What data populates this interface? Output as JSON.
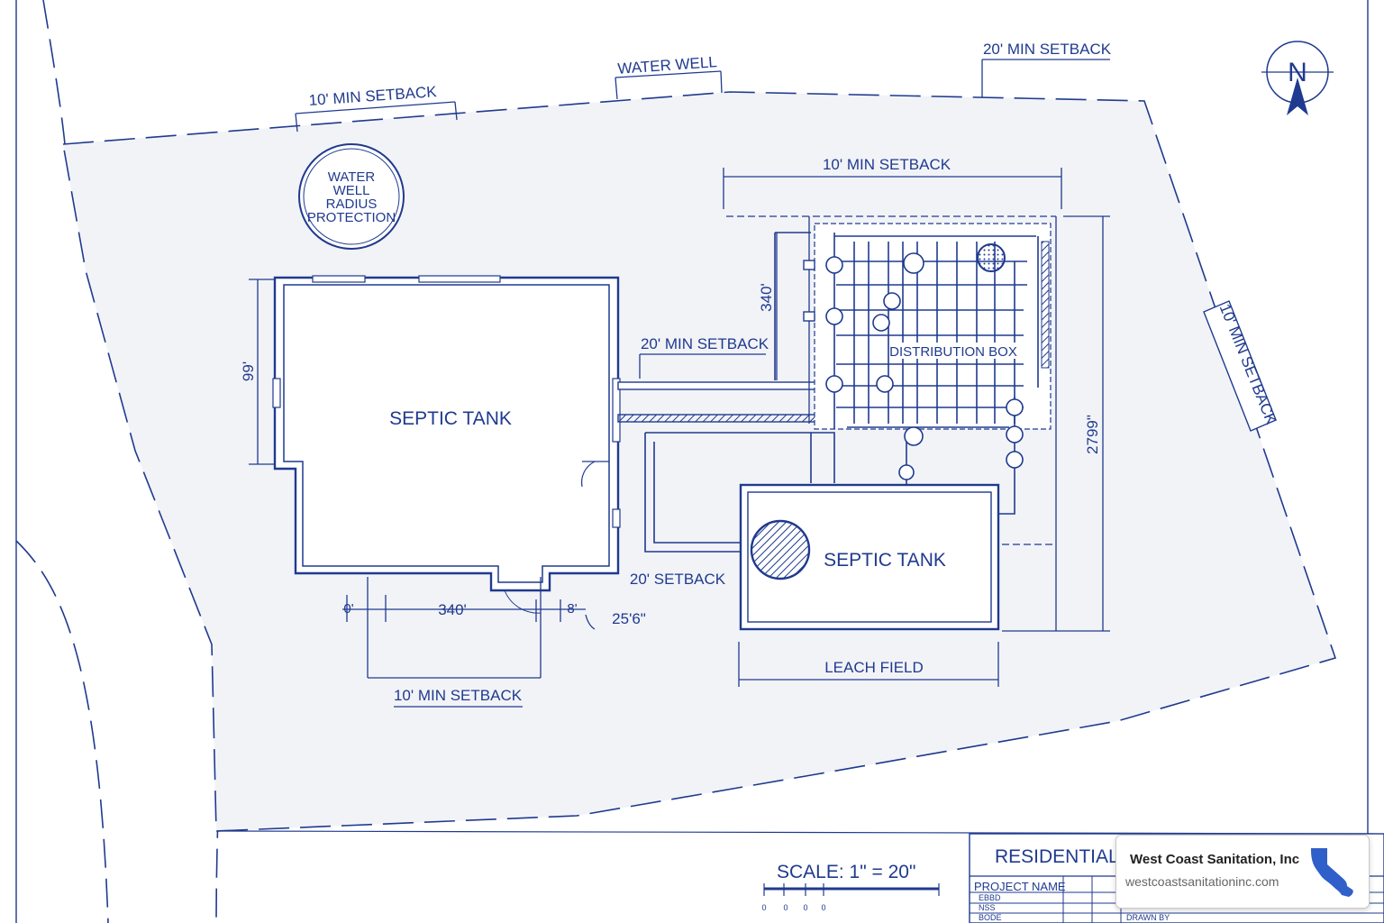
{
  "plan": {
    "setbacks": {
      "top_left": "10' MIN SETBACK",
      "top_right": "20' MIN SETBACK",
      "drain_field": "10' MIN SETBACK",
      "east": "10' MIN SETBACK",
      "connector": "20' MIN SETBACK",
      "tank_south": "20' SETBACK",
      "bottom": "10' MIN SETBACK"
    },
    "water_well_label": "WATER WELL",
    "well_protection": [
      "WATER",
      "WELL",
      "RADIUS",
      "PROTECTION"
    ],
    "septic_tank_main": "SEPTIC TANK",
    "septic_tank_small": "SEPTIC TANK",
    "distribution_box": "DISTRIBUTION BOX",
    "leach_field": "LEACH FIELD",
    "dimensions": {
      "tank_height": "99'",
      "bottom_width": "340'",
      "bottom_left_small": "0'",
      "bottom_right_small": "8'",
      "bottom_offset": "25'6\"",
      "field_height": "340'",
      "field_total": "2799\""
    },
    "north": "N",
    "scale": "SCALE: 1\" = 20\"",
    "scale_ticks": [
      "0",
      "0",
      "0",
      "0"
    ],
    "title_block": {
      "title": "RESIDENTIAL S",
      "project_name": "PROJECT NAME",
      "rows": [
        "EBBD",
        "NSS",
        "BODE"
      ],
      "drawn_by": "DRAWN BY"
    }
  },
  "badge": {
    "company": "West Coast Sanitation, Inc",
    "url": "westcoastsanitationinc.com",
    "logo_icon": "california-state-icon",
    "logo_color": "#2f5fc9"
  },
  "colors": {
    "ink": "#1f3a8f",
    "paper": "#f2f3f7"
  }
}
